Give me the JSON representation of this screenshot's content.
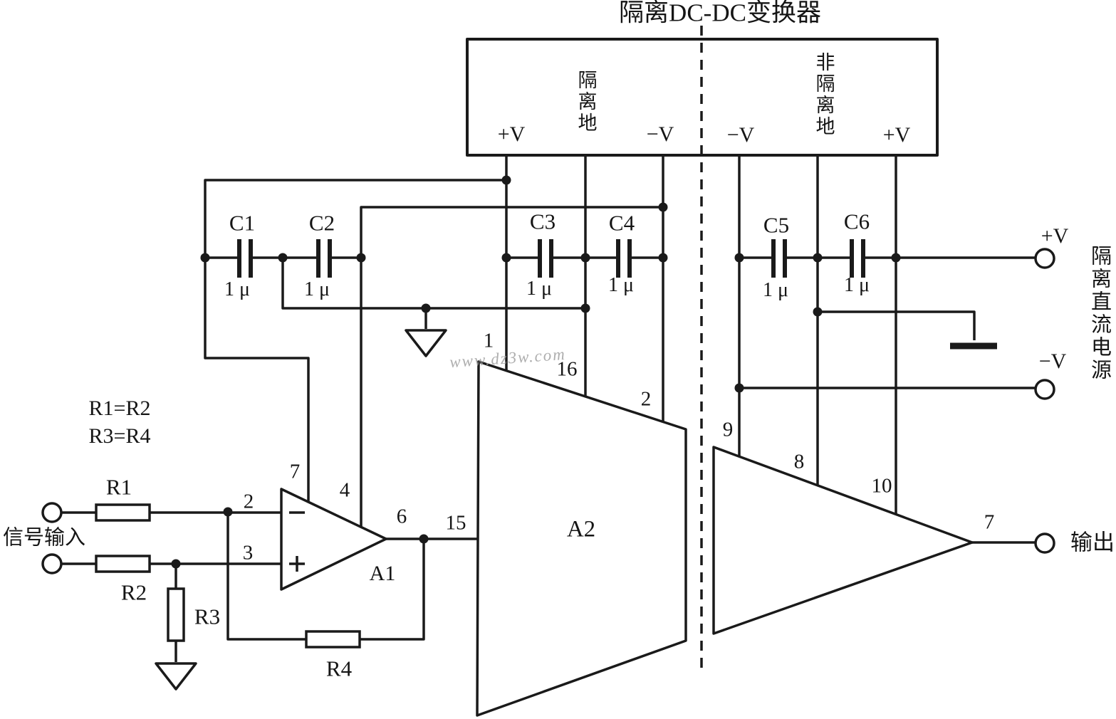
{
  "title": "隔离DC-DC变换器",
  "watermark": "www.dz3w.com",
  "colors": {
    "line": "#1a1a1a",
    "background": "#ffffff",
    "watermark": "#9a9a9a"
  },
  "dcdc_box": {
    "pv_left": "+V",
    "gnd_left": "隔离地",
    "mv_left": "−V",
    "mv_right": "−V",
    "gnd_right": "非隔离地",
    "pv_right": "+V"
  },
  "capacitors": [
    {
      "name": "C1",
      "value": "1 μ"
    },
    {
      "name": "C2",
      "value": "1 μ"
    },
    {
      "name": "C3",
      "value": "1 μ"
    },
    {
      "name": "C4",
      "value": "1 μ"
    },
    {
      "name": "C5",
      "value": "1 μ"
    },
    {
      "name": "C6",
      "value": "1 μ"
    }
  ],
  "equations": [
    "R1=R2",
    "R3=R4"
  ],
  "resistors": [
    {
      "name": "R1"
    },
    {
      "name": "R2"
    },
    {
      "name": "R3"
    },
    {
      "name": "R4"
    }
  ],
  "a1": {
    "name": "A1",
    "pin_vplus": "7",
    "pin_vminus": "4",
    "pin_inv": "2",
    "pin_noninv": "3",
    "pin_out": "6"
  },
  "a2": {
    "name": "A2",
    "pin_in": "15",
    "pin_1": "1",
    "pin_16": "16",
    "pin_2": "2",
    "pin_9": "9",
    "pin_8": "8",
    "pin_10": "10",
    "pin_out": "7"
  },
  "io": {
    "input": "信号输入",
    "output": "输出"
  },
  "supply": {
    "label": "隔离直流电源",
    "plus": "+V",
    "minus": "−V"
  }
}
